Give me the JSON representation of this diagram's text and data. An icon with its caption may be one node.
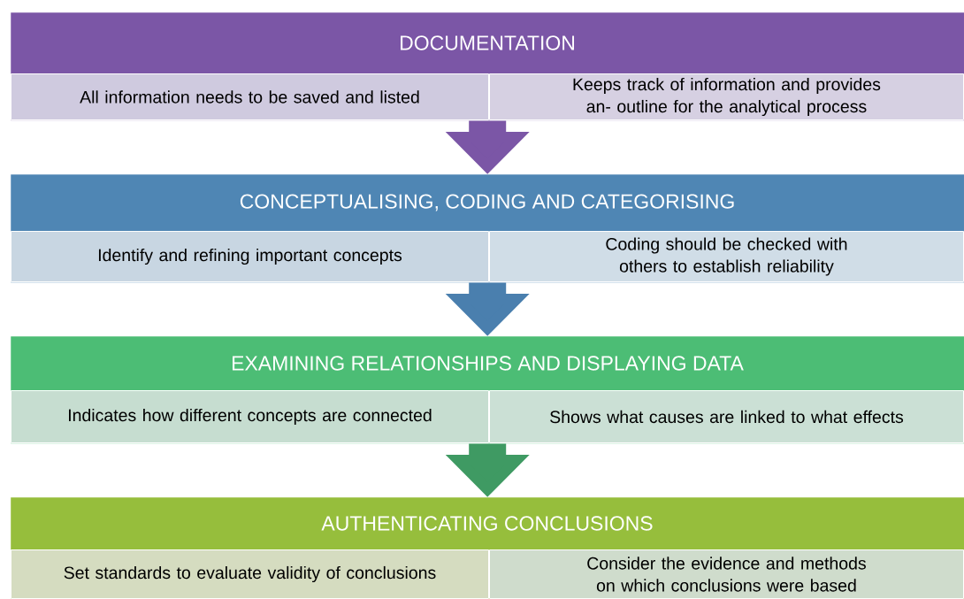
{
  "diagram": {
    "nodes": [
      {
        "text": [
          "DOCUMENTATION"
        ]
      },
      {
        "text": [
          "All information needs to be saved and listed"
        ],
        "in": 0
      },
      {
        "text": [
          "Keeps track of information and provides an- outline for the analytical process"
        ],
        "in": 0
      },
      {
        "text": [
          "CONCEPTUALISING, CODING AND CATEGORISING"
        ]
      },
      {
        "text": [
          "Identify and refining important concepts"
        ],
        "in": 3
      },
      {
        "text": [
          "Coding should be checked with others to establish reliability"
        ],
        "in": 3
      },
      {
        "text": [
          "EXAMINING RELATIONSHIPS AND DISPLAYING DATA"
        ]
      },
      {
        "text": [
          "Indicates how different concepts are connected"
        ],
        "in": 6
      },
      {
        "text": [
          "Shows what causes are linked to what effects"
        ],
        "in": 6
      },
      {
        "text": [
          "AUTHENTICATING CONCLUSIONS"
        ]
      },
      {
        "text": [
          "Set standards to evaluate validity of conclusions"
        ],
        "in": 9
      },
      {
        "text": [
          "Consider the evidence and methods on which conclusions were based"
        ],
        "in": 9
      }
    ],
    "edges": [
      {
        "from": 0,
        "to": 3,
        "arrow": "to",
        "color": "#7b56a6"
      },
      {
        "from": 3,
        "to": 6,
        "arrow": "to",
        "color": "#4a7fae"
      },
      {
        "from": 6,
        "to": 9,
        "arrow": "to",
        "color": "#3f9a63"
      }
    ]
  }
}
